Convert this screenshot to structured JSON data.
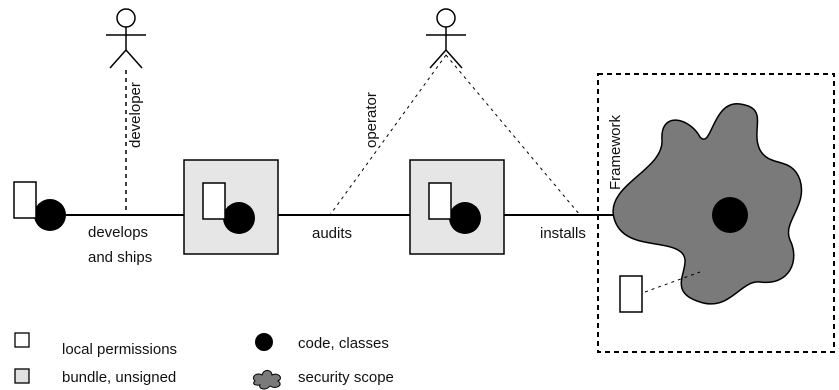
{
  "actors": [
    {
      "id": "developer",
      "label": "developer"
    },
    {
      "id": "operator",
      "label": "operator"
    }
  ],
  "flow_labels": {
    "develops_line1": "develops",
    "develops_line2": "and ships",
    "audits": "audits",
    "installs": "installs"
  },
  "framework_label": "Framework",
  "legend": {
    "local_permissions": "local permissions",
    "bundle_unsigned": "bundle, unsigned",
    "code_classes": "code, classes",
    "security_scope": "security scope"
  },
  "colors": {
    "line": "#000000",
    "bundle_fill": "#e6e6e6",
    "scope_fill": "#7a7a7a",
    "code": "#000000",
    "permission_fill": "#ffffff"
  }
}
